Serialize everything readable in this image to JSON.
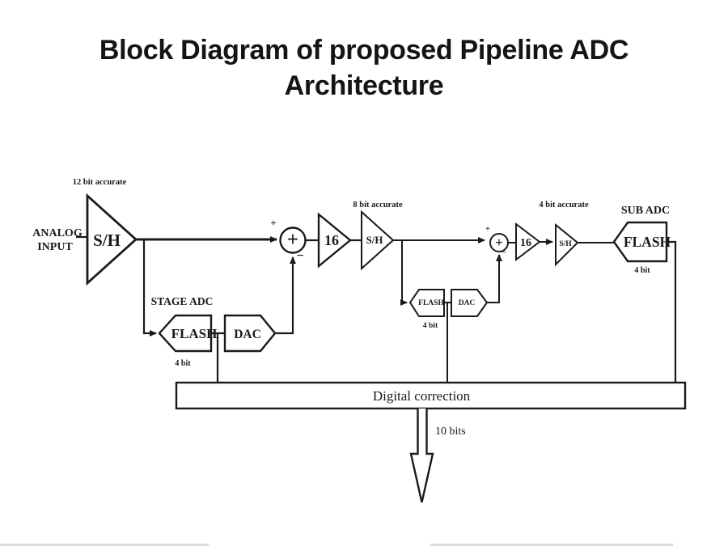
{
  "title": {
    "line1": "Block Diagram of proposed Pipeline ADC",
    "line2": "Architecture"
  },
  "diagram": {
    "input_label_line1": "ANALOG",
    "input_label_line2": "INPUT",
    "stages": [
      {
        "accuracy": "12 bit accurate",
        "sh_label": "S/H",
        "adc_label": "STAGE ADC",
        "flash_label": "FLASH",
        "dac_label": "DAC",
        "flash_bits": "4 bit"
      },
      {
        "accuracy": "8 bit accurate",
        "sh_label": "S/H",
        "flash_label": "FLASH",
        "dac_label": "DAC",
        "flash_bits": "4 bit"
      },
      {
        "accuracy": "4 bit accurate",
        "sh_label": "S/H",
        "adc_label": "SUB ADC",
        "flash_label": "FLASH",
        "flash_bits": "4 bit"
      }
    ],
    "summing_junctions": [
      {
        "symbol": "+",
        "plus_sign": "+",
        "minus_sign": "−"
      },
      {
        "symbol": "+",
        "plus_sign": "+",
        "minus_sign": "−"
      }
    ],
    "gain_amps": [
      {
        "gain": "16"
      },
      {
        "gain": "16"
      }
    ],
    "digital_correction_label": "Digital correction",
    "output_bus_label": "10 bits"
  },
  "colors": {
    "ink": "#1a1a1a",
    "paper": "#ffffff"
  }
}
